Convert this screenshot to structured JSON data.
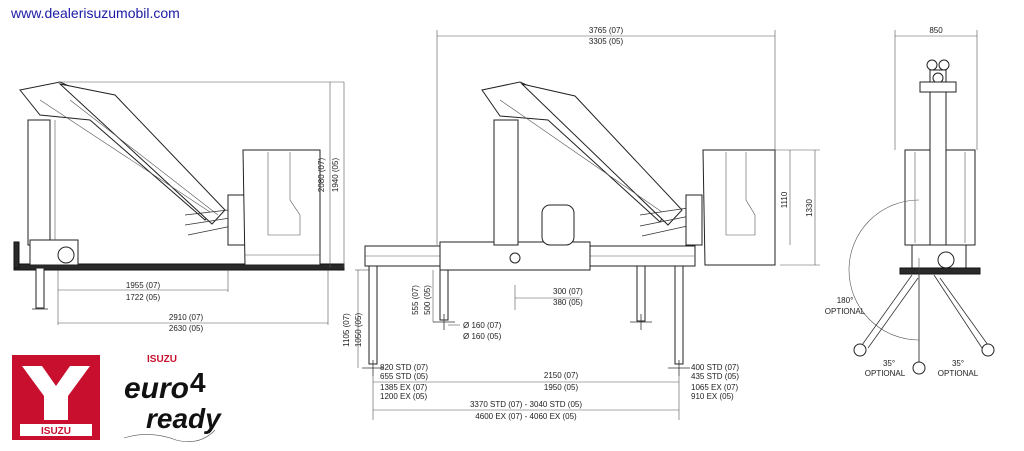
{
  "site": {
    "url": "www.dealerisuzumobil.com"
  },
  "side_view": {
    "dim_height_07": "2080 (07)",
    "dim_height_05": "1940 (05)",
    "dim_reach1_07": "1955 (07)",
    "dim_reach1_05": "1722 (05)",
    "dim_reach2_07": "2910 (07)",
    "dim_reach2_05": "2630 (05)"
  },
  "front_view": {
    "dim_top_07": "3765 (07)",
    "dim_top_05": "3305 (05)",
    "dim_1110": "1110",
    "dim_1330": "1330",
    "dim_1105": "1105 (07)",
    "dim_1050": "1050 (05)",
    "dim_555": "555 (07)",
    "dim_500": "500 (05)",
    "dim_300": "300 (07)",
    "dim_380": "380 (05)",
    "dia_160_07": "Ø 160 (07)",
    "dia_160_05": "Ø 160 (05)",
    "left_std_07": "820 STD (07)",
    "left_std_05": "655 STD (05)",
    "left_ex_07": "1385 EX (07)",
    "left_ex_05": "1200 EX (05)",
    "mid_07": "2150 (07)",
    "mid_05": "1950 (05)",
    "right_std_07": "400 STD (07)",
    "right_std_05": "435 STD (05)",
    "right_ex_07": "1065 EX (07)",
    "right_ex_05": "910 EX (05)",
    "span_std": "3370 STD (07) - 3040 STD (05)",
    "span_ex": "4600 EX (07) - 4060 EX (05)"
  },
  "rear_view": {
    "width": "850",
    "angle_180": "180°",
    "angle_180_opt": "OPTIONAL",
    "angle_35_left": "35°",
    "angle_35_left_opt": "OPTIONAL",
    "angle_35_right": "35°",
    "angle_35_right_opt": "OPTIONAL"
  },
  "logos": {
    "isuzu_top": "ISUZU",
    "isuzu_bottom": "ISUZU",
    "euro": "euro",
    "euro_number": "4",
    "ready": "ready"
  },
  "colors": {
    "isuzu_red": "#c8102e",
    "url_blue": "#1a1aa6",
    "ink": "#222222"
  }
}
